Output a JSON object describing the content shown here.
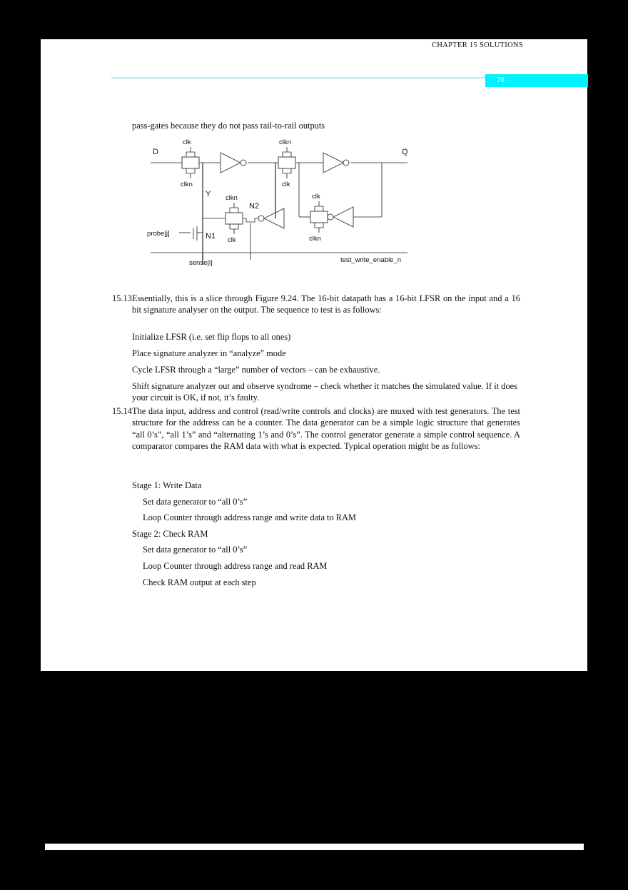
{
  "page": {
    "background_color": "#000000",
    "sheet_color": "#ffffff",
    "accent_color": "#00f2ff",
    "rule_color": "#a9eef6"
  },
  "header": {
    "title": "CHAPTER 15 SOLUTIONS",
    "page_number": "78"
  },
  "body": {
    "intro_line": "pass-gates because they do not pass rail-to-rail outputs"
  },
  "figure": {
    "name": "pass-gate-latch-circuit",
    "labels": {
      "input_d": "D",
      "output_q": "Q",
      "clk_1": "clk",
      "clkn_1": "clkn",
      "clkn_2": "clkn",
      "clk_2": "clk",
      "node_y": "Y",
      "clkn_3": "clkn",
      "clk_3": "clk",
      "node_n2": "N2",
      "clk_4": "clk",
      "clkn_4": "clkn",
      "probe": "probe[j]",
      "node_n1": "N1",
      "sense": "sense[i]",
      "test_write_enable": "test_write_enable_n"
    }
  },
  "questions": [
    {
      "number": "15.13",
      "text": "Essentially, this is a slice through Figure 9.24. The 16-bit datapath has a 16-bit LFSR on the input and a 16 bit signature analyser on the output. The sequence to test is as follows:",
      "paragraphs": [
        "Initialize LFSR (i.e. set flip flops to all ones)",
        "Place signature analyzer in “analyze” mode",
        "Cycle LFSR through a “large” number of vectors – can be exhaustive.",
        "Shift signature analyzer out and observe syndrome – check whether it matches the simulated value. If it does your circuit is OK, if not, it’s faulty."
      ]
    },
    {
      "number": "15.14",
      "text": "The data input, address and control (read/write controls and clocks) are muxed with test generators. The test structure for the address can be a counter. The data generator can be a simple logic structure that generates “all 0’s”, “all 1’s” and “alternating 1’s and 0’s”. The control generator generate a simple control sequence. A comparator compares the RAM data with what is expected. Typical operation might be as follows:",
      "steps": [
        {
          "label": "Stage 1: Write Data",
          "indent": false
        },
        {
          "label": "Set data generator to “all 0’s”",
          "indent": true
        },
        {
          "label": "Loop Counter through address range and write data to RAM",
          "indent": true
        },
        {
          "label": "Stage 2: Check RAM",
          "indent": false
        },
        {
          "label": "Set data generator to “all 0’s”",
          "indent": true
        },
        {
          "label": "Loop Counter through address range and read RAM",
          "indent": true
        },
        {
          "label": "Check RAM output at each step",
          "indent": true
        }
      ]
    }
  ]
}
